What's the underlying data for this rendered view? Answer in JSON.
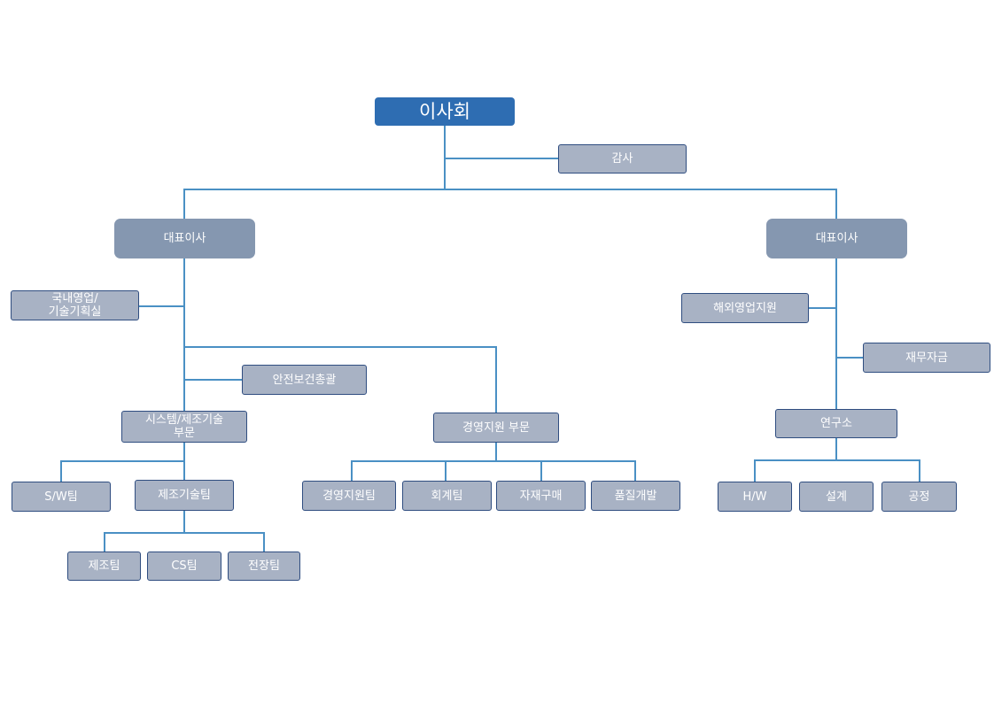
{
  "org": {
    "board": "이사회",
    "audit": "감사",
    "ceo_left": "대표이사",
    "ceo_right": "대표이사",
    "domestic_sales": "국내영업/\n기술기획실",
    "safety": "안전보건총괄",
    "system_division": "시스템/제조기술\n부문",
    "management_division": "경영지원 부문",
    "sw_team": "S/W팀",
    "mfg_tech_team": "제조기술팀",
    "mfg_team": "제조팀",
    "cs_team": "CS팀",
    "electric_team": "전장팀",
    "mgmt_support_team": "경영지원팀",
    "accounting_team": "회계팀",
    "purchasing": "자재구매",
    "quality_dev": "품질개발",
    "overseas_sales": "해외영업지원",
    "finance": "재무자금",
    "lab": "연구소",
    "hw": "H/W",
    "design": "설계",
    "process": "공정"
  },
  "colors": {
    "line": "#4a90c4",
    "board_fill": "#2e6db2",
    "exec_fill": "#8597b0",
    "unit_fill": "#a8b2c4",
    "unit_border": "#2f4d80"
  }
}
